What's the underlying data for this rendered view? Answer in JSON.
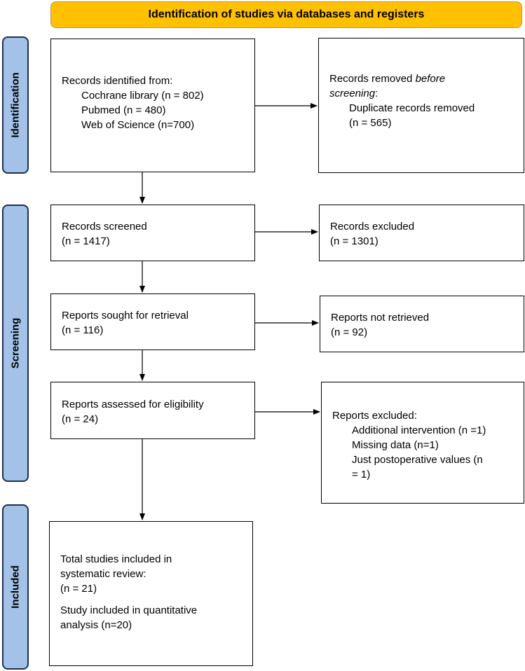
{
  "header": {
    "title": "Identification of studies via databases and registers"
  },
  "phases": {
    "identification": "Identification",
    "screening": "Screening",
    "included": "Included"
  },
  "identified": {
    "intro": "Records identified from:",
    "sources": [
      "Cochrane library (n = 802)",
      "Pubmed (n = 480)",
      "Web of Science (n=700)"
    ]
  },
  "removed": {
    "line1_pre": "Records removed ",
    "line1_em": "before",
    "line2_em": "screening",
    "line2_post": ":",
    "sub1": "Duplicate records removed",
    "sub2": "(n = 565)"
  },
  "screened": {
    "title": "Records screened",
    "count": "(n = 1417)"
  },
  "excluded_records": {
    "title": "Records excluded",
    "count": "(n = 1301)"
  },
  "sought": {
    "title": "Reports sought for retrieval",
    "count": "(n = 116)"
  },
  "not_retrieved": {
    "title": "Reports not retrieved",
    "count": "(n = 92)"
  },
  "assessed": {
    "title": "Reports assessed for eligibility",
    "count": "(n = 24)"
  },
  "reports_excluded": {
    "title": "Reports excluded:",
    "reasons": [
      "Additional intervention (n =1)",
      "Missing data (n=1)",
      "Just postoperative values (n",
      "= 1)"
    ]
  },
  "included_box": {
    "line1": "Total studies included in",
    "line2": "systematic review:",
    "line3": "(n = 21)",
    "line4": "Study included in quantitative",
    "line5": "analysis (n=20)"
  }
}
